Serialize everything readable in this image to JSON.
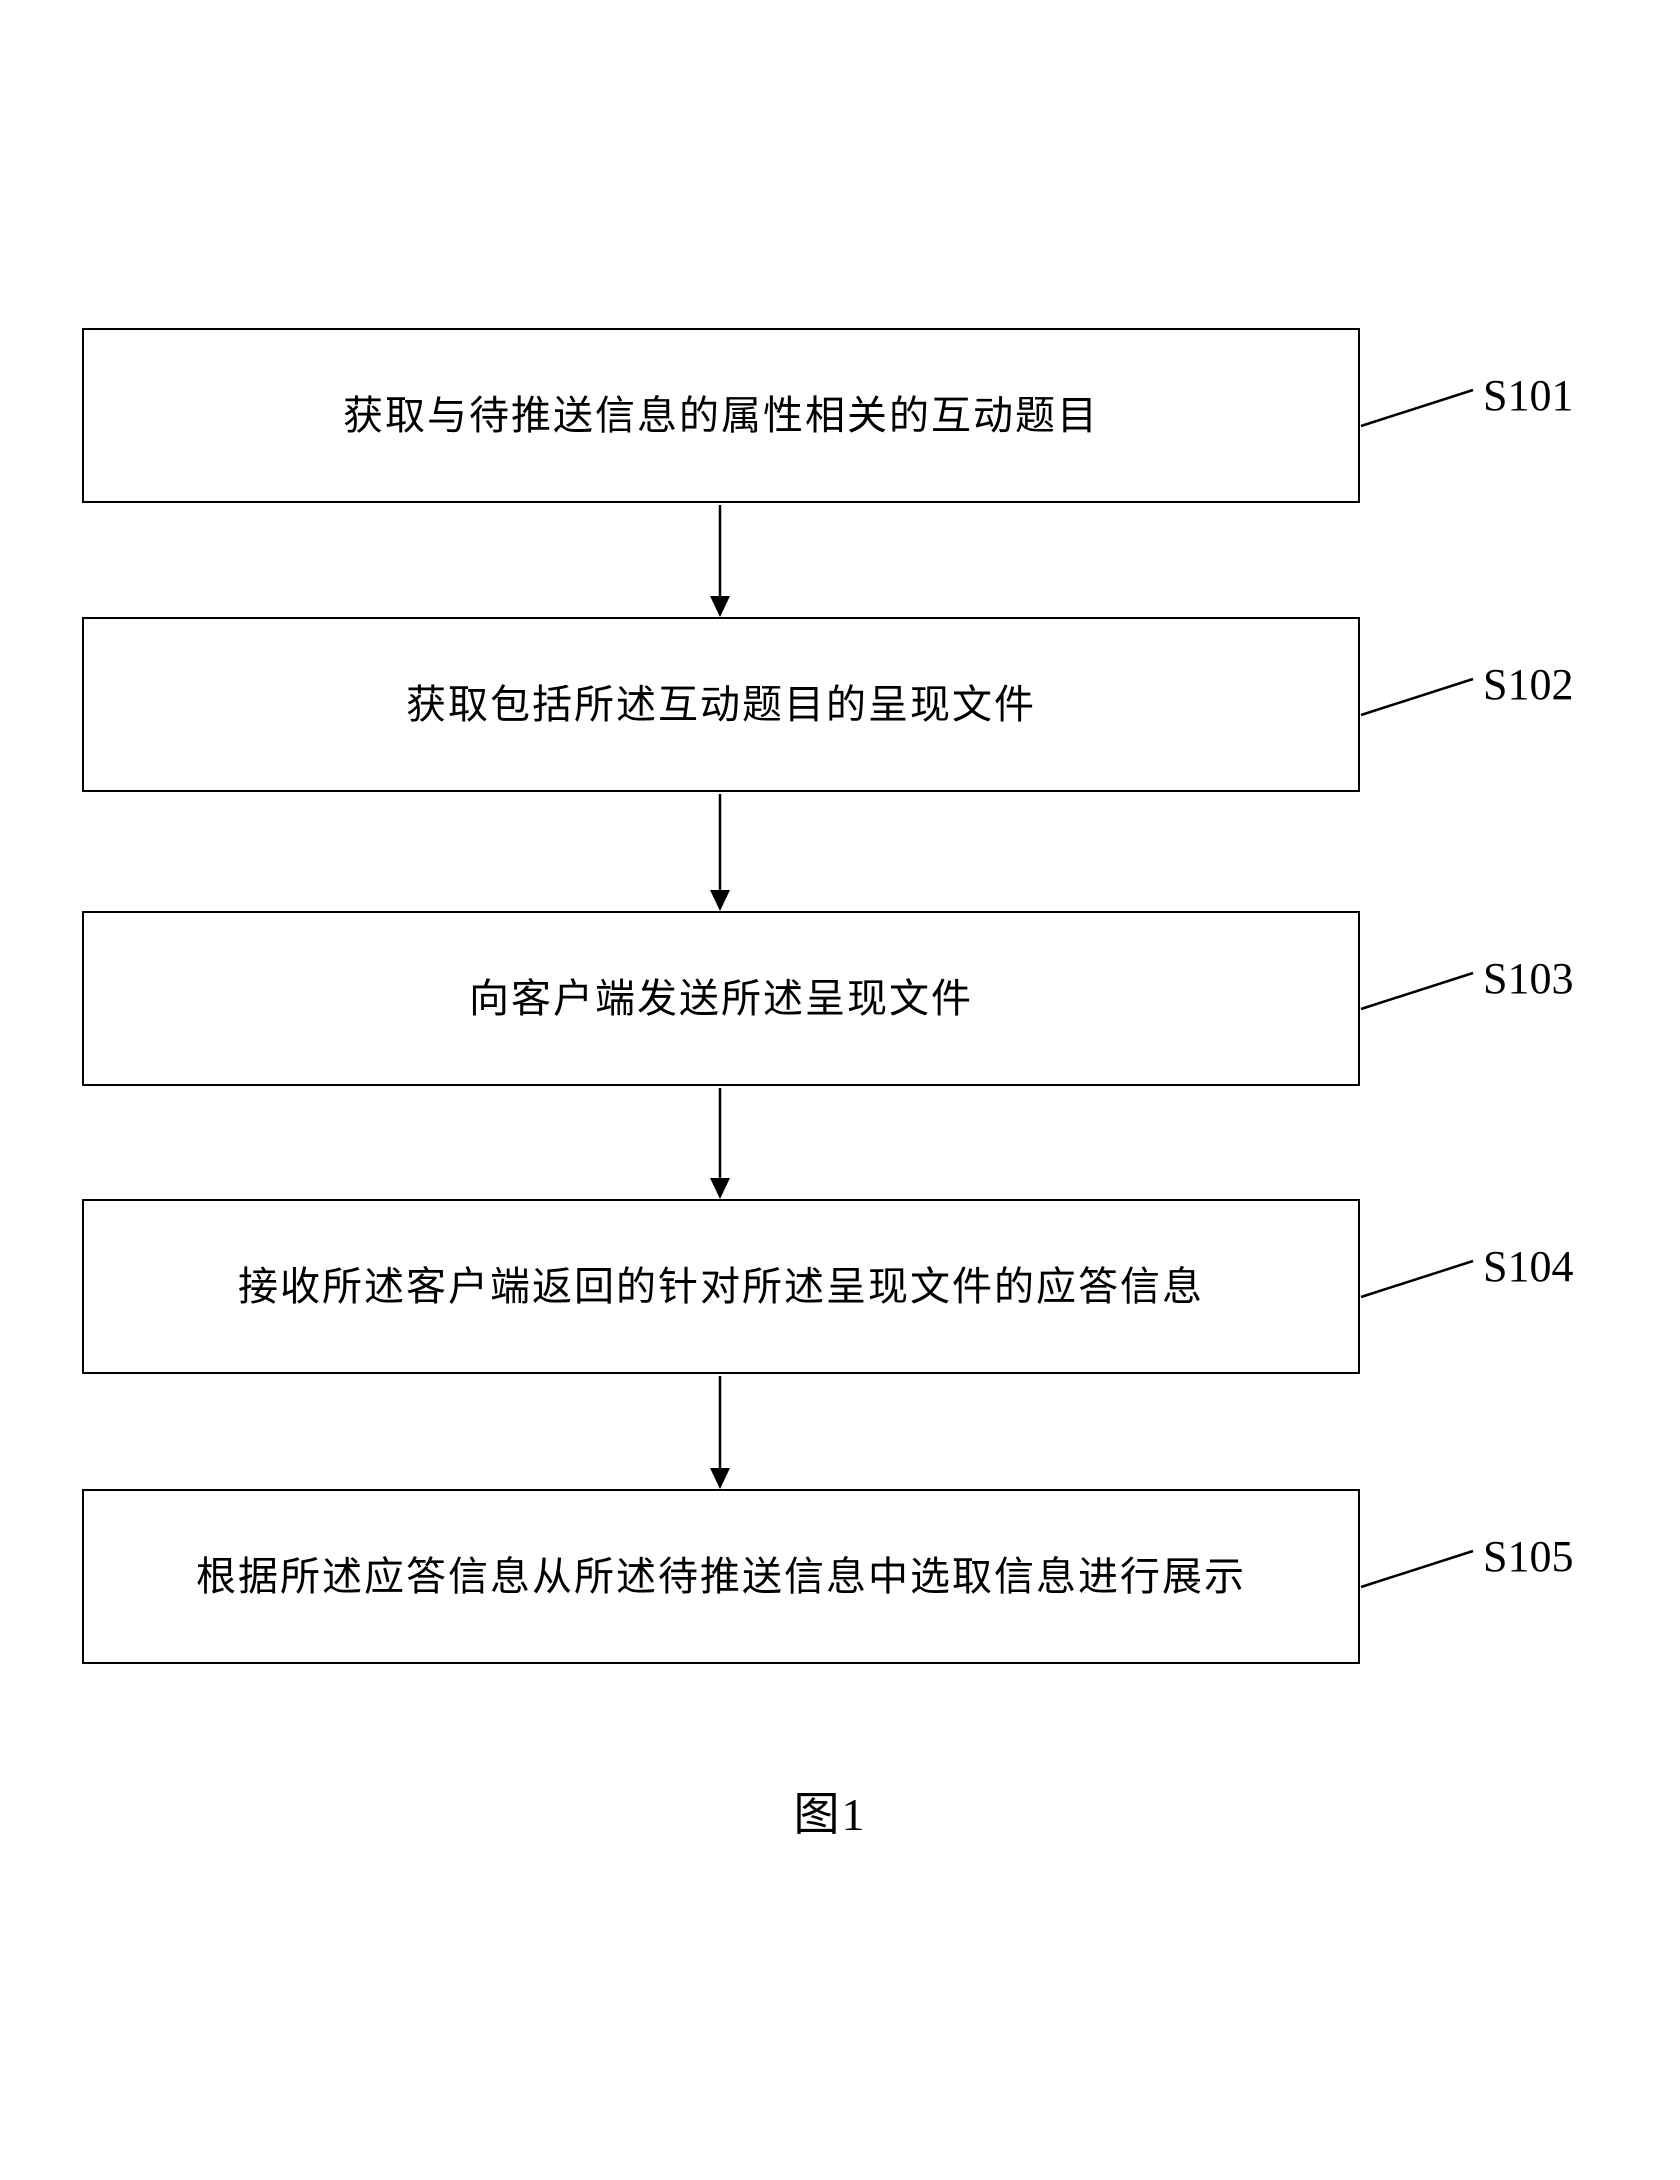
{
  "diagram": {
    "caption": "图1",
    "steps": [
      {
        "label": "S101",
        "text": "获取与待推送信息的属性相关的互动题目"
      },
      {
        "label": "S102",
        "text": "获取包括所述互动题目的呈现文件"
      },
      {
        "label": "S103",
        "text": "向客户端发送所述呈现文件"
      },
      {
        "label": "S104",
        "text": "接收所述客户端返回的针对所述呈现文件的应答信息"
      },
      {
        "label": "S105",
        "text": "根据所述应答信息从所述待推送信息中选取信息进行展示"
      }
    ]
  }
}
